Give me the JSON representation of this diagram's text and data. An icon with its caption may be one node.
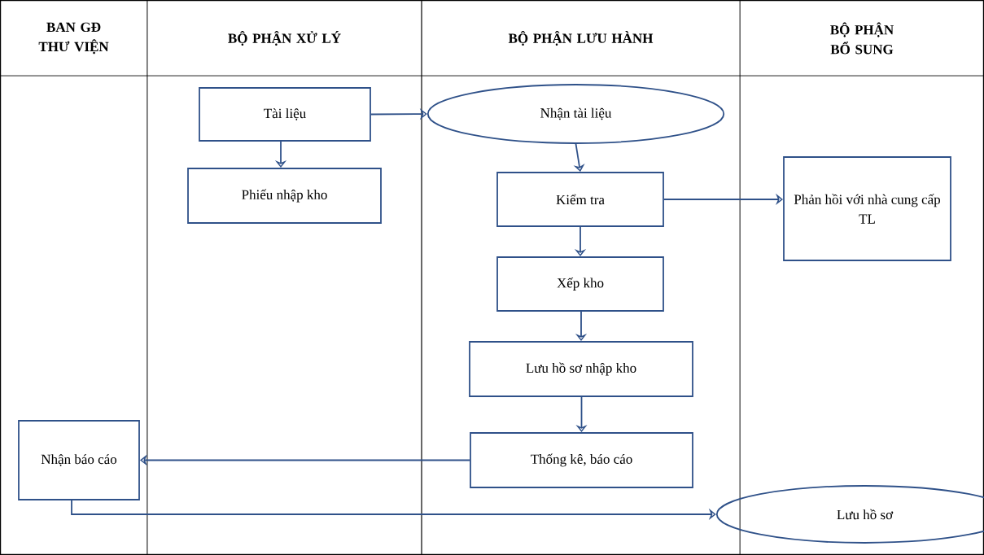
{
  "diagram": {
    "nodes": [
      {
        "text": [
          "Tài liệu"
        ]
      },
      {
        "text": [
          "Phiếu nhập kho"
        ]
      },
      {
        "text": [
          "Nhận tài liệu"
        ]
      },
      {
        "text": [
          "Kiểm tra"
        ]
      },
      {
        "text": [
          "Phản hồi với nhà cung cấp TL"
        ]
      },
      {
        "text": [
          "Xếp kho"
        ]
      },
      {
        "text": [
          "Lưu hồ sơ nhập kho"
        ]
      },
      {
        "text": [
          "Nhận báo cáo"
        ]
      },
      {
        "text": [
          "Thống kê, báo cáo"
        ]
      },
      {
        "text": [
          "Lưu hồ sơ"
        ]
      }
    ],
    "edges": [
      {
        "from": 0,
        "to": 1,
        "arrow": "to"
      },
      {
        "from": 0,
        "to": 2,
        "arrow": "to"
      },
      {
        "from": 2,
        "to": 3,
        "arrow": "to"
      },
      {
        "from": 3,
        "to": 4,
        "arrow": "to"
      },
      {
        "from": 3,
        "to": 5,
        "arrow": "to"
      },
      {
        "from": 5,
        "to": 6,
        "arrow": "to"
      },
      {
        "from": 6,
        "to": 8,
        "arrow": "to"
      },
      {
        "from": 8,
        "to": 7,
        "arrow": "to"
      },
      {
        "from": 7,
        "to": 9,
        "arrow": "to"
      }
    ],
    "labels": [
      "BAN GĐ THƯ VIỆN",
      "BỘ PHẬN XỬ LÝ",
      "BỘ PHẬN LƯU HÀNH",
      "BỘ PHẬN BỔ SUNG"
    ]
  }
}
